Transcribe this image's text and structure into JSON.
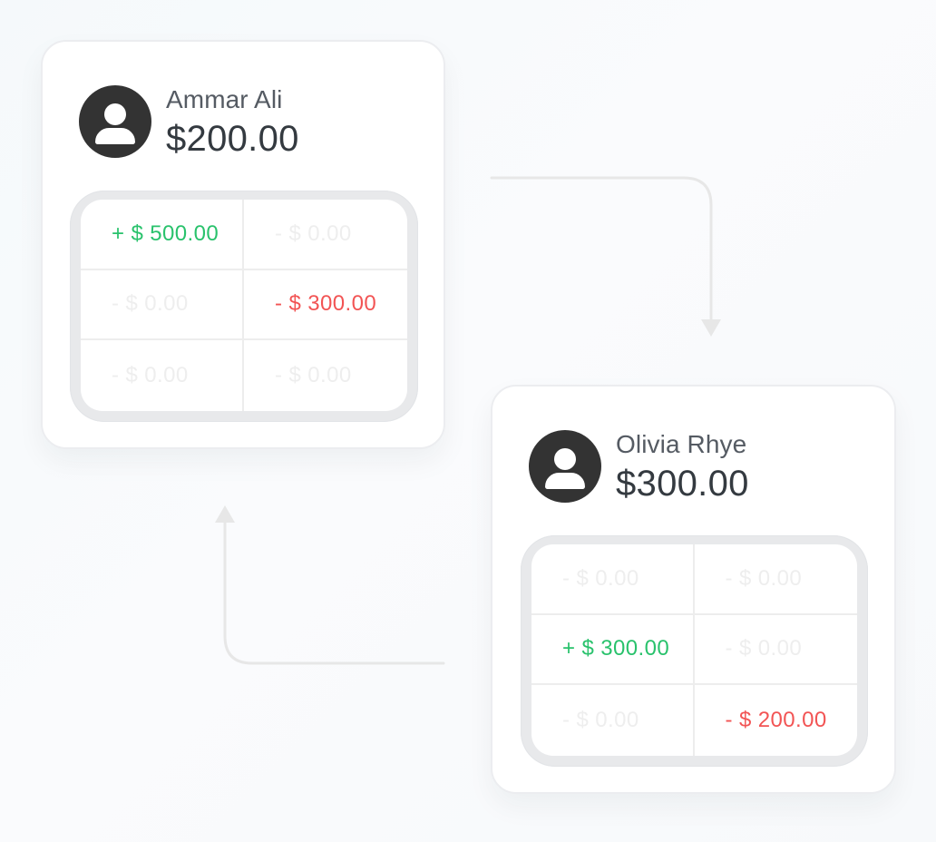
{
  "colors": {
    "positive": "#29c26c",
    "negative": "#f25454",
    "avatar": "#333333",
    "muted": "#eeeeee",
    "arrow": "#e7e7e7"
  },
  "cards": [
    {
      "name": "Ammar Ali",
      "balance": "$200.00",
      "avatar_icon": "user-icon",
      "ledger": [
        {
          "text": "+ $ 500.00",
          "tone": "positive"
        },
        {
          "text": "- $ 0.00",
          "tone": "muted"
        },
        {
          "text": "- $ 0.00",
          "tone": "muted"
        },
        {
          "text": "- $ 300.00",
          "tone": "negative"
        },
        {
          "text": "- $ 0.00",
          "tone": "muted"
        },
        {
          "text": "- $ 0.00",
          "tone": "muted"
        }
      ]
    },
    {
      "name": "Olivia Rhye",
      "balance": "$300.00",
      "avatar_icon": "user-icon",
      "ledger": [
        {
          "text": "- $ 0.00",
          "tone": "muted"
        },
        {
          "text": "- $ 0.00",
          "tone": "muted"
        },
        {
          "text": "+ $ 300.00",
          "tone": "positive"
        },
        {
          "text": "- $ 0.00",
          "tone": "muted"
        },
        {
          "text": "- $ 0.00",
          "tone": "muted"
        },
        {
          "text": "- $ 200.00",
          "tone": "negative"
        }
      ]
    }
  ],
  "connectors": [
    {
      "name": "ammar-to-olivia-arrow",
      "icon": "arrow-down-icon"
    },
    {
      "name": "olivia-to-ammar-arrow",
      "icon": "arrow-up-icon"
    }
  ]
}
